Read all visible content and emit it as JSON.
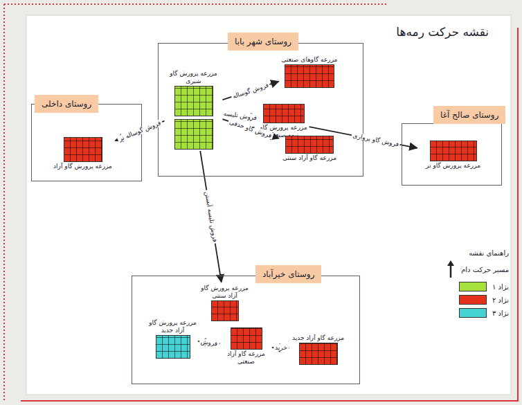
{
  "diagram": {
    "title": "نقشه حرکت رمه‌ها",
    "nodes": [
      {
        "text": [
          "روستای شهر بابا"
        ]
      },
      {
        "text": [
          "مزرعه پرورش گاو شیری"
        ],
        "in": 0
      },
      {
        "text": [
          "مزرعه گاوهای صنعتی"
        ],
        "in": 0
      },
      {
        "text": [
          "مزرعه پرورش گاو نیمه صنعتی"
        ],
        "in": 0
      },
      {
        "text": [
          "مزرعه گاو آزاد سنتی"
        ],
        "in": 0
      },
      {
        "text": [
          "روستای داخلی"
        ]
      },
      {
        "text": [
          "مزرعه پرورش گاو آزاد"
        ],
        "in": 5
      },
      {
        "text": [
          "روستای صالح آغا"
        ]
      },
      {
        "text": [
          "مزرعه پرورش گاو نر"
        ],
        "in": 7
      },
      {
        "text": [
          "روستای خیرآباد"
        ]
      },
      {
        "text": [
          "مزرعه پرورش گاو آزاد سنتی"
        ],
        "in": 9
      },
      {
        "text": [
          "مزرعه گاو آزاد صنعتی"
        ],
        "in": 9
      },
      {
        "text": [
          "مزرعه پرورش گاو آزاد جدید"
        ],
        "in": 9
      },
      {
        "text": [
          "مزرعه گاو آزاد جدید"
        ],
        "in": 9
      }
    ],
    "edges": [
      {
        "from": 1,
        "to": 2,
        "arrow": "to",
        "label": "فروش گوساله"
      },
      {
        "from": 1,
        "to": 3,
        "arrow": "to",
        "label": "فروش تلیسه"
      },
      {
        "from": 1,
        "to": 4,
        "arrow": "to",
        "label": "فروش گاو حذفی"
      },
      {
        "from": 1,
        "to": 6,
        "arrow": "to",
        "label": "فروش گوساله نر"
      },
      {
        "from": 3,
        "to": 8,
        "arrow": "to",
        "label": "فروش گاو پرواری"
      },
      {
        "from": 1,
        "to": 10,
        "arrow": "to",
        "label": "فروش تلیسه آبستن"
      },
      {
        "from": 11,
        "to": 12,
        "arrow": "to",
        "label": "فروش"
      },
      {
        "from": 13,
        "to": 11,
        "arrow": "to",
        "label": "خرید"
      }
    ],
    "labels": [
      "راهنمای نقشه"
    ],
    "legend": [
      {
        "text": "مسیر حرکت دام"
      },
      {
        "text": "نژاد ۱",
        "color": "#a6e03c"
      },
      {
        "text": "نژاد ۲",
        "color": "#e5321d"
      },
      {
        "text": "نژاد ۳",
        "color": "#46d2d2"
      }
    ]
  }
}
